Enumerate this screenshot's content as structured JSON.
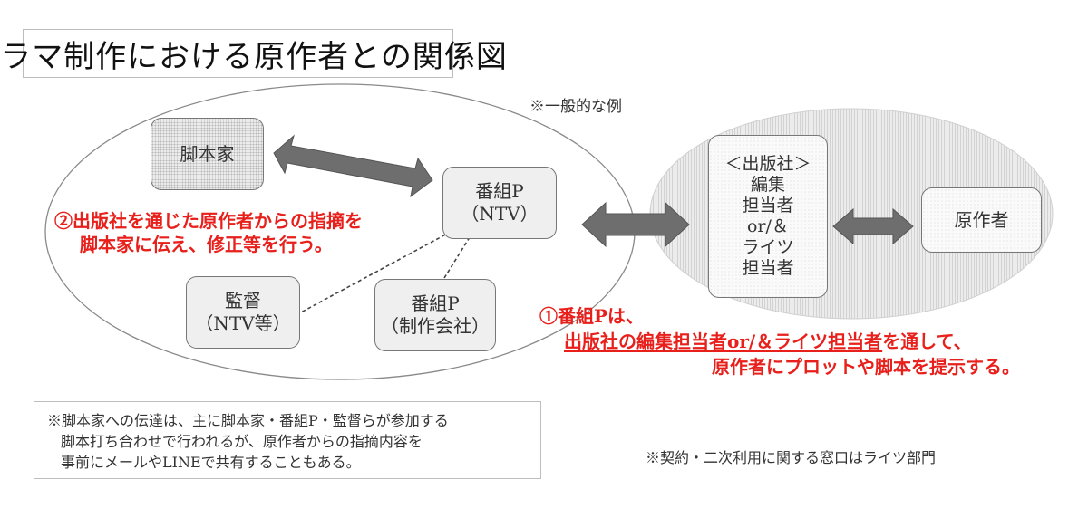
{
  "title": "ドラマ制作における原作者との関係図",
  "example_note": "※一般的な例",
  "colors": {
    "annotation_red": "#e8201c",
    "arrow_fill": "#6e6e6e",
    "ellipse_right_fill": "#e6e6e6",
    "node_border": "#777777"
  },
  "nodes": {
    "screenwriter": {
      "label": "脚本家"
    },
    "producer_ntv": {
      "line1": "番組P",
      "line2": "（NTV）"
    },
    "director": {
      "line1": "監督",
      "line2": "（NTV等）"
    },
    "producer_company": {
      "line1": "番組P",
      "line2": "（制作会社）"
    },
    "publisher": {
      "lines": [
        "＜出版社＞",
        "編集",
        "担当者",
        "or/＆",
        "ライツ",
        "担当者"
      ]
    },
    "original_author": {
      "label": "原作者"
    }
  },
  "annotations": {
    "note2": {
      "line1": "②出版社を通じた原作者からの指摘を",
      "line2": "脚本家に伝え、修正等を行う。"
    },
    "note1": {
      "line1": "①番組Pは、",
      "line2_underlined": "出版社の編集担当者or/＆ライツ担当者",
      "line2_rest": "を通して、",
      "line3": "原作者にプロットや脚本を提示する。"
    }
  },
  "footnote_box": {
    "lines": [
      "※脚本家への伝達は、主に脚本家・番組P・監督らが参加する",
      "脚本打ち合わせで行われるが、原作者からの指摘内容を",
      "事前にメールやLINEで共有することもある。"
    ]
  },
  "rights_note": "※契約・二次利用に関する窓口はライツ部門",
  "connectors": [
    {
      "from": "screenwriter",
      "to": "producer_ntv",
      "style": "double-arrow"
    },
    {
      "from": "producer_ntv",
      "to": "publisher",
      "style": "double-arrow"
    },
    {
      "from": "publisher",
      "to": "original_author",
      "style": "double-arrow"
    },
    {
      "from": "producer_ntv",
      "to": "director",
      "style": "dashed"
    },
    {
      "from": "producer_ntv",
      "to": "producer_company",
      "style": "dashed"
    }
  ]
}
